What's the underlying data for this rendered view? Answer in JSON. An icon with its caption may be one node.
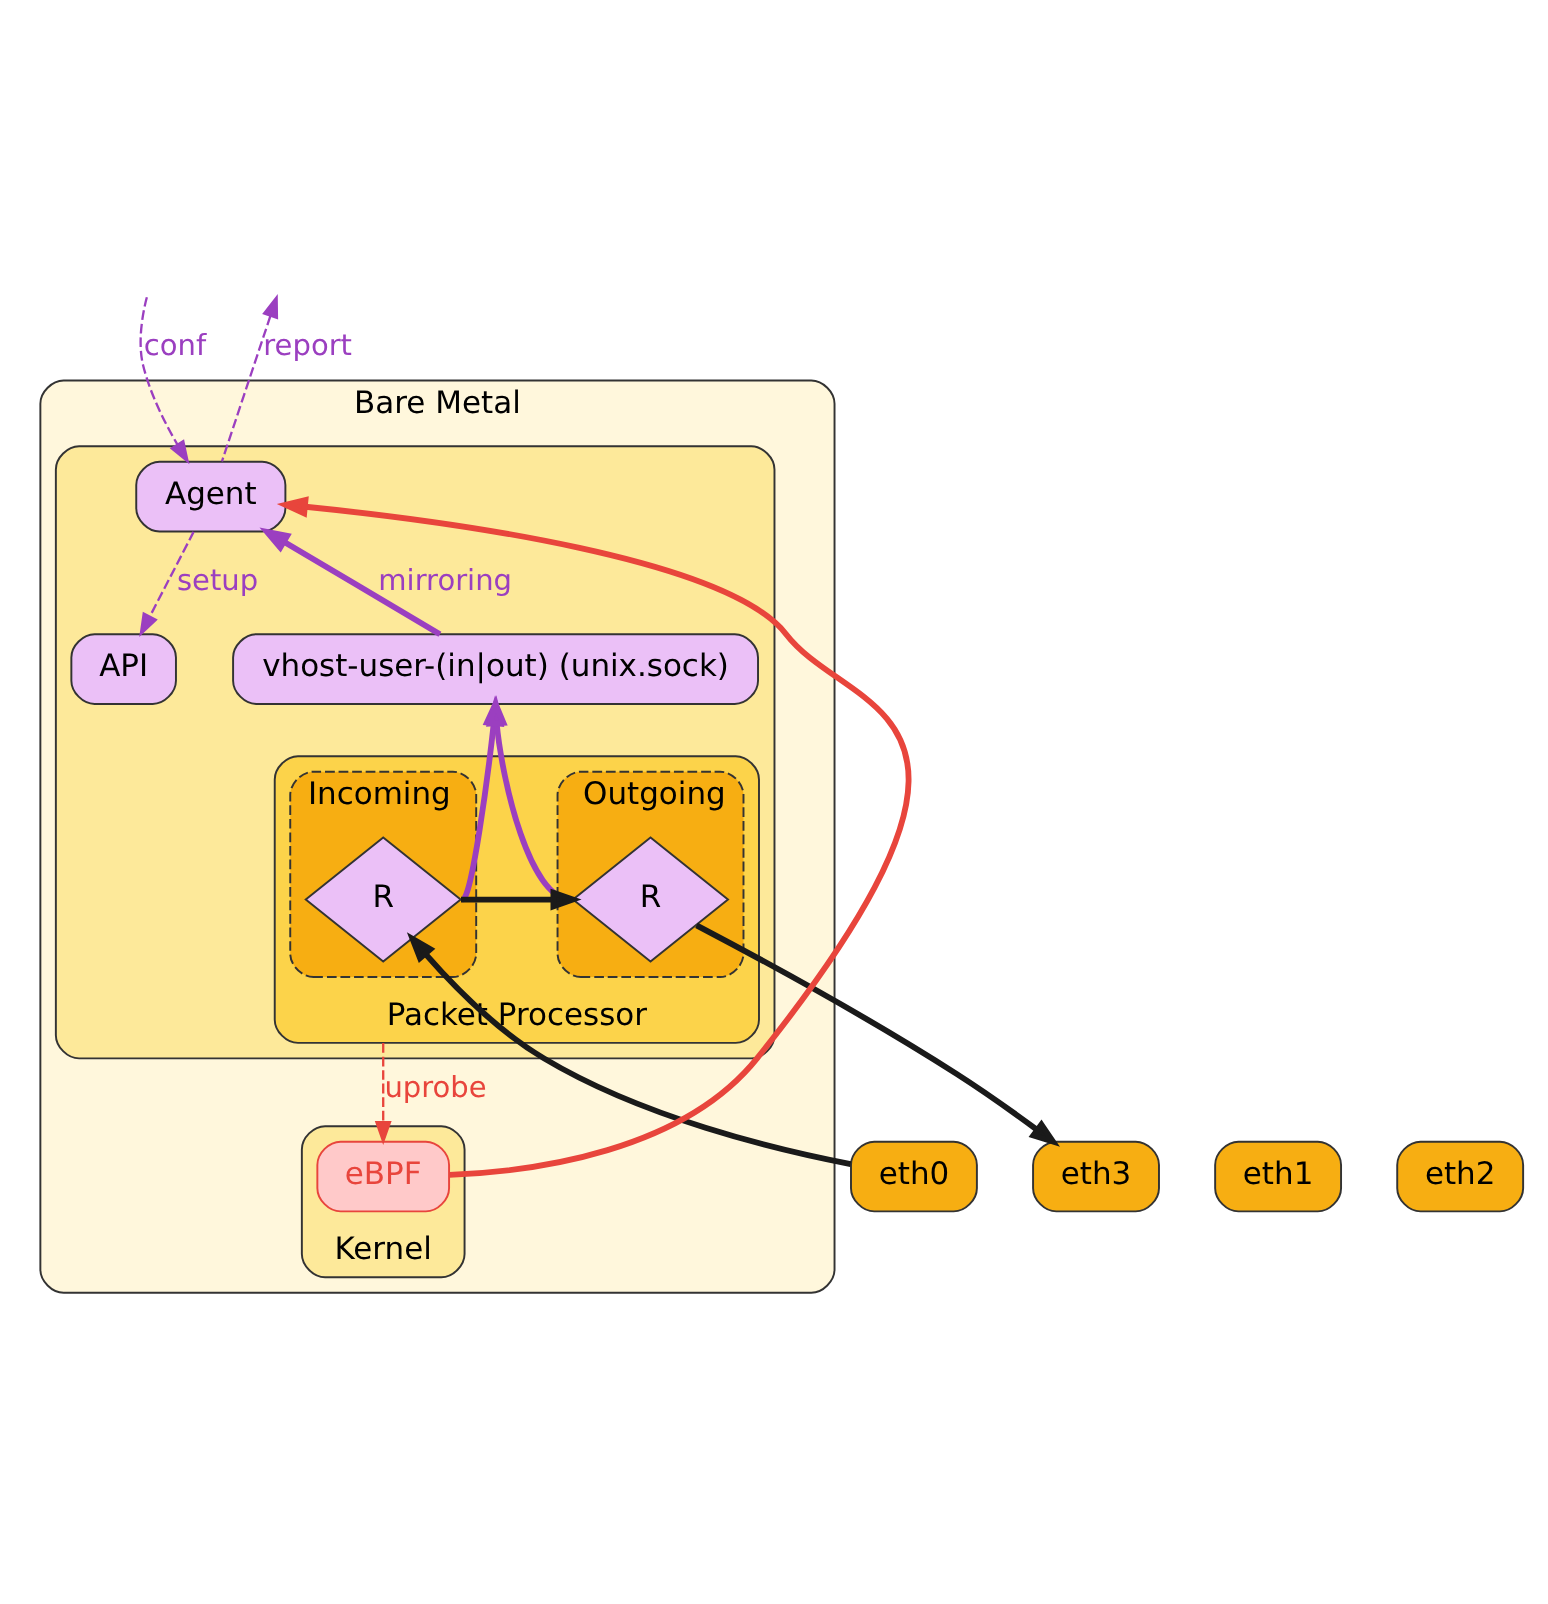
{
  "diagram": {
    "nodes": [
      {
        "text": [
          "Bare Metal"
        ]
      },
      {
        "text": [],
        "shape": "box",
        "in": 0
      },
      {
        "text": [
          "Agent"
        ],
        "in": 1
      },
      {
        "text": [
          "API"
        ],
        "in": 1
      },
      {
        "text": [
          "vhost-user-(in|out) (unix.sock)"
        ],
        "in": 1
      },
      {
        "text": [
          "Packet Processor"
        ],
        "in": 1
      },
      {
        "text": [
          "Incoming"
        ],
        "in": 5
      },
      {
        "text": [
          "R"
        ],
        "in": 6
      },
      {
        "text": [
          "Outgoing"
        ],
        "in": 5
      },
      {
        "text": [
          "R"
        ],
        "in": 8
      },
      {
        "text": [
          "Kernel"
        ],
        "in": 0
      },
      {
        "text": [
          "eBPF"
        ],
        "in": 10
      },
      {
        "text": [
          "eth0"
        ]
      },
      {
        "text": [
          "eth1"
        ]
      },
      {
        "text": [
          "eth2"
        ]
      },
      {
        "text": [
          "eth3"
        ]
      }
    ],
    "edges": [
      {
        "from": null,
        "to": 2,
        "arrow": "to",
        "label": "conf",
        "style": "dashed"
      },
      {
        "from": 2,
        "to": null,
        "arrow": "to",
        "label": "report",
        "style": "dashed"
      },
      {
        "from": 2,
        "to": 3,
        "arrow": "to",
        "label": "setup",
        "style": "dashed"
      },
      {
        "from": 4,
        "to": 2,
        "arrow": "to",
        "label": "mirroring"
      },
      {
        "from": 7,
        "to": 4,
        "arrow": "to"
      },
      {
        "from": 9,
        "to": 4,
        "arrow": "to"
      },
      {
        "from": 7,
        "to": 9,
        "arrow": "to",
        "color": "#1a1a1a"
      },
      {
        "from": 12,
        "to": 7,
        "arrow": "to",
        "color": "#1a1a1a"
      },
      {
        "from": 9,
        "to": 15,
        "arrow": "to",
        "color": "#1a1a1a"
      },
      {
        "from": 5,
        "to": 11,
        "arrow": "to",
        "label": "uprobe",
        "style": "dashed",
        "color": "#e8453c"
      },
      {
        "from": 11,
        "to": 2,
        "arrow": "to",
        "color": "#e8453c"
      }
    ]
  }
}
